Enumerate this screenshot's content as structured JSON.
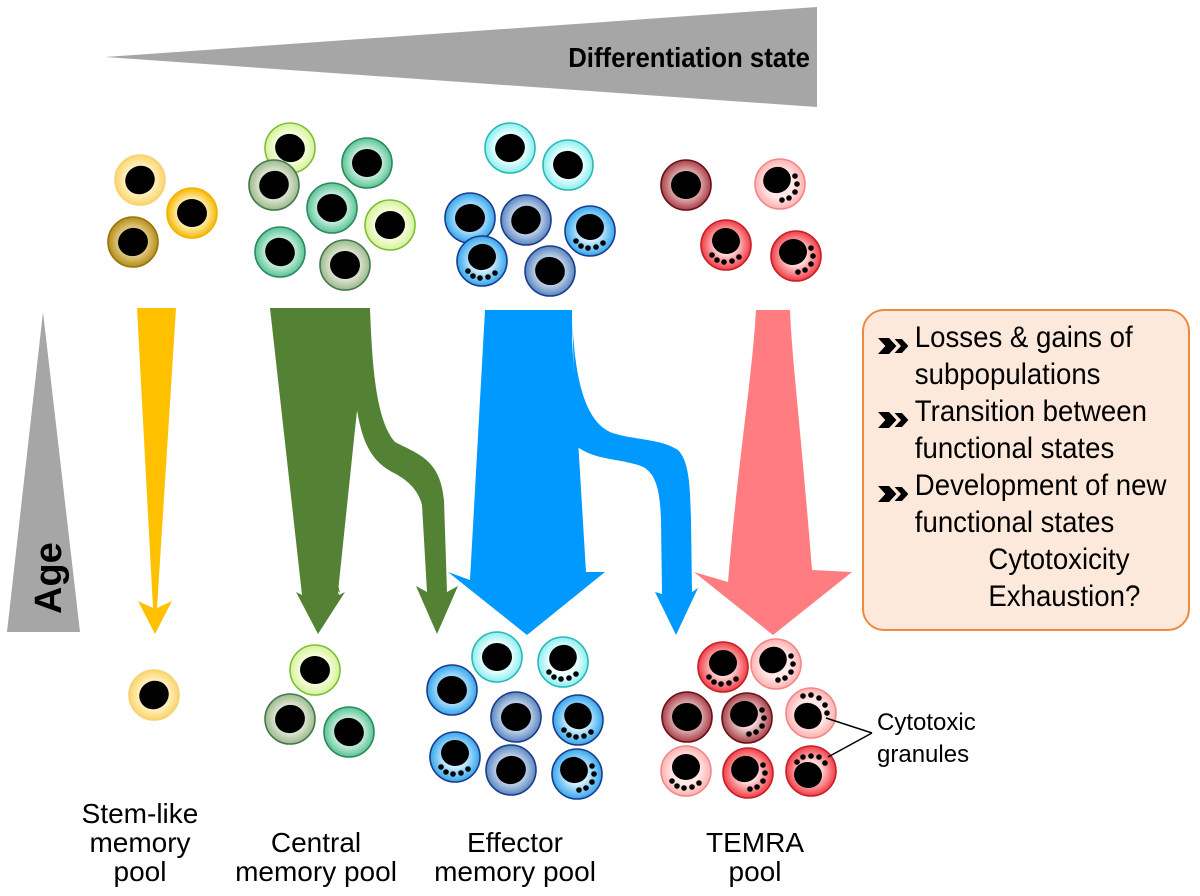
{
  "diagram": {
    "x_axis_label": "Differentiation state",
    "y_axis_label": "Age",
    "pools": [
      {
        "id": "stem-like",
        "label_lines": [
          "Stem-like",
          "memory",
          "pool"
        ],
        "color": "#ffc000",
        "cells_before": 3,
        "cells_after": 1
      },
      {
        "id": "central",
        "label_lines": [
          "Central",
          "memory pool"
        ],
        "color": "#548235",
        "cells_before": 7,
        "cells_after": 3
      },
      {
        "id": "effector",
        "label_lines": [
          "Effector",
          "memory pool"
        ],
        "color": "#0099ff",
        "cells_before": 7,
        "cells_after": 8
      },
      {
        "id": "temra",
        "label_lines": [
          "TEMRA",
          "pool"
        ],
        "color": "#ff7c80",
        "cells_before": 4,
        "cells_after": 8
      }
    ],
    "annotation": {
      "lines": [
        "Cytotoxic",
        "granules"
      ]
    },
    "colors": {
      "wedge_gray": "#a6a6a6",
      "box_border": "#ed8a3f",
      "box_fill": "#fce9dc"
    }
  },
  "info_box": {
    "items": [
      {
        "lines": [
          "Losses & gains of",
          "subpopulations"
        ]
      },
      {
        "lines": [
          "Transition between",
          "functional states"
        ]
      },
      {
        "lines": [
          "Development of new",
          "functional states"
        ]
      }
    ],
    "sub_items": [
      "Cytotoxicity",
      "Exhaustion?"
    ]
  }
}
